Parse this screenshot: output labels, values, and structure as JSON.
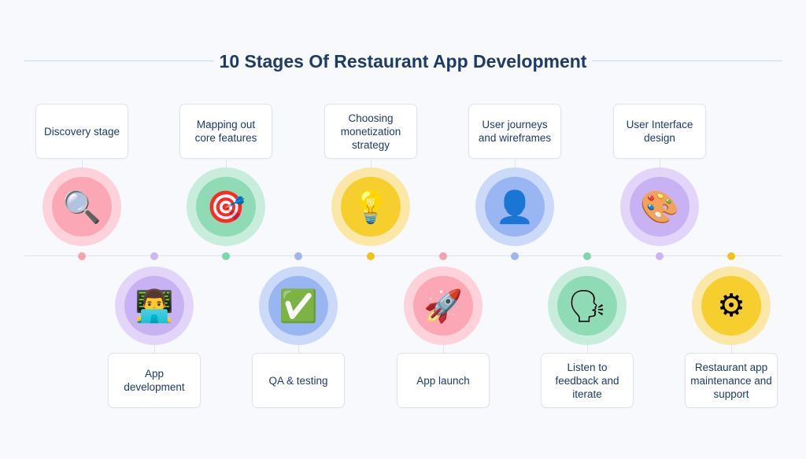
{
  "title": "10 Stages Of Restaurant App Development",
  "stages": [
    {
      "label": "Discovery stage",
      "icon": "magnifying-glass-icon",
      "glyph": "🔍",
      "color": "pink"
    },
    {
      "label": "App development",
      "icon": "technologist-icon",
      "glyph": "👨‍💻",
      "color": "purple"
    },
    {
      "label": "Mapping out core features",
      "icon": "target-icon",
      "glyph": "🎯",
      "color": "green"
    },
    {
      "label": "QA & testing",
      "icon": "check-mark-icon",
      "glyph": "✅",
      "color": "blue"
    },
    {
      "label": "Choosing monetization strategy",
      "icon": "light-bulb-icon",
      "glyph": "💡",
      "color": "yellow"
    },
    {
      "label": "App launch",
      "icon": "rocket-icon",
      "glyph": "🚀",
      "color": "pink"
    },
    {
      "label": "User journeys and wireframes",
      "icon": "user-silhouette-icon",
      "glyph": "👤",
      "color": "blue"
    },
    {
      "label": "Listen to feedback and iterate",
      "icon": "speaking-head-icon",
      "glyph": "🗣",
      "color": "green"
    },
    {
      "label": "User Interface design",
      "icon": "artist-palette-icon",
      "glyph": "🎨",
      "color": "purple"
    },
    {
      "label": "Restaurant app maintenance and support",
      "icon": "gear-icon",
      "glyph": "⚙",
      "color": "yellow"
    }
  ]
}
